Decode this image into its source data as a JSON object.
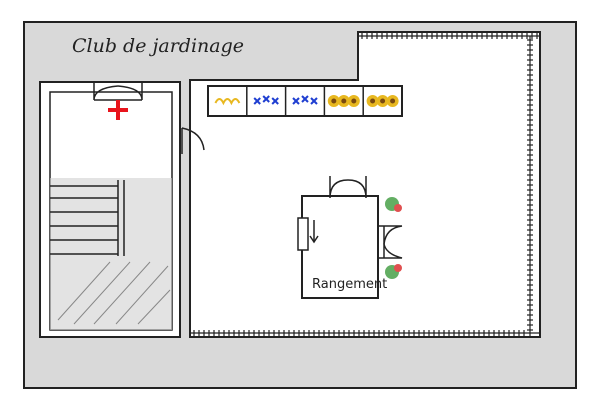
{
  "title": "Club de jardinage",
  "storage": {
    "label": "Rangement"
  },
  "flower_bed": {
    "cells": [
      {
        "plant": "yellow-sprout"
      },
      {
        "plant": "blue-cross"
      },
      {
        "plant": "blue-cross"
      },
      {
        "plant": "sunflowers"
      },
      {
        "plant": "sunflowers"
      }
    ]
  },
  "colors": {
    "wall": "#d9d9d9",
    "ink": "#222222",
    "first_aid": "#e8141c",
    "stair_shade": "#d0d0d0",
    "blue_plant": "#1f3fd1",
    "sunflower": "#e8b820",
    "plant_leaf": "#3c9a3c",
    "plant_flower": "#e05050"
  }
}
